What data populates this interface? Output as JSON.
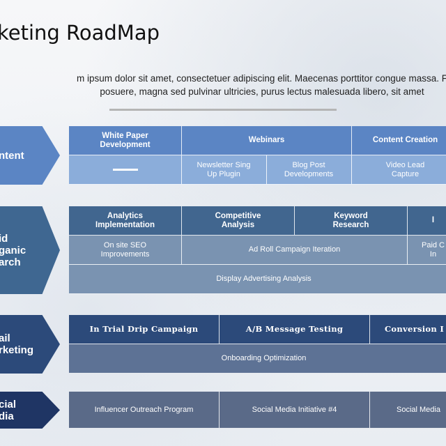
{
  "title": "keting RoadMap",
  "subtitle": {
    "line1": "m ipsum dolor sit amet, consectetuer adipiscing elit. Maecenas porttitor congue massa. F",
    "line2": "posuere, magna sed pulvinar ultricies, purus lectus malesuada libero, sit amet"
  },
  "colors": {
    "content": "#5b85c4",
    "search": "#3f6791",
    "email": "#2c4a7a",
    "social": "#1f3564"
  },
  "rows": {
    "content": {
      "label": "ntent",
      "cells": {
        "white_paper": "White Paper\nDevelopment",
        "webinars": "Webinars",
        "content_creation": "Content Creation",
        "newsletter": "Newsletter Sing\nUp Plugin",
        "blog_post": "Blog Post\nDevelopments",
        "video_lead": "Video Lead\nCapture"
      }
    },
    "search": {
      "label": "id\nganic\narch",
      "cells": {
        "analytics": "Analytics\nImplementation",
        "competitive": "Competitive\nAnalysis",
        "keyword": "Keyword\nResearch",
        "truncated_head": "I",
        "onsite_seo": "On site SEO\nImprovements",
        "ad_roll": "Ad Roll Campaign Iteration",
        "paid_truncated": "Paid C\nIn",
        "display_ads": "Display Advertising Analysis"
      }
    },
    "email": {
      "label": "ail\nrketing",
      "cells": {
        "trial_drip": "In Trial Drip Campaign",
        "ab_testing": "A/B Message Testing",
        "conversion": "Conversion I",
        "onboarding": "Onboarding Optimization"
      }
    },
    "social": {
      "label": "cial\ndia",
      "cells": {
        "influencer": "Influencer Outreach Program",
        "initiative4": "Social Media Initiative #4",
        "social_truncated": "Social Media"
      }
    }
  }
}
